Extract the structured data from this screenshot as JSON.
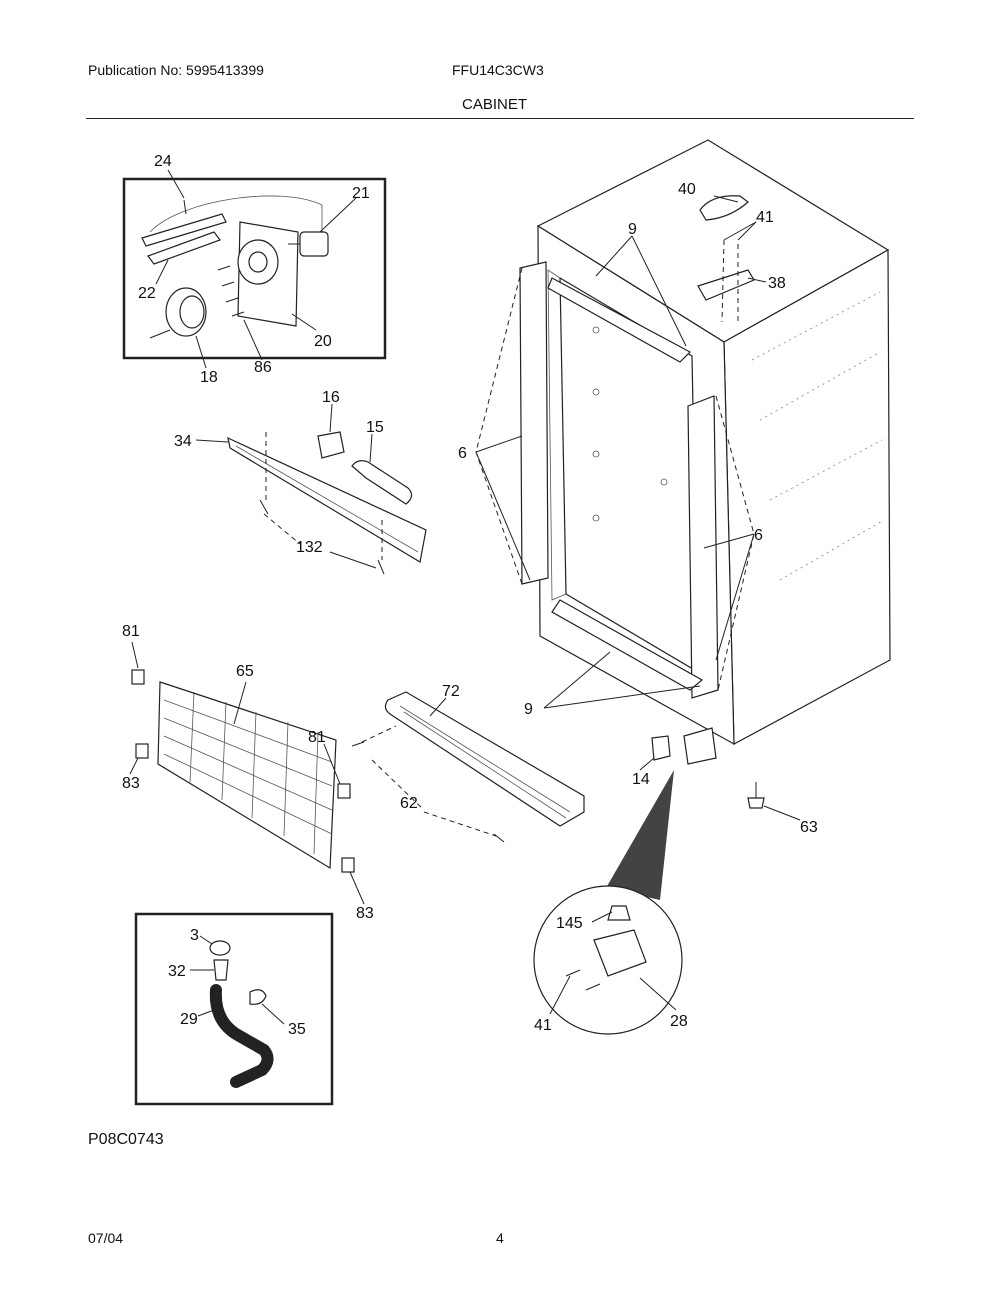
{
  "header": {
    "publication": "Publication No: 5995413399",
    "model": "FFU14C3CW3",
    "section_title": "CABINET"
  },
  "diagram": {
    "callouts": {
      "c24": "24",
      "c21": "21",
      "c22": "22",
      "c20": "20",
      "c18": "18",
      "c86": "86",
      "c16": "16",
      "c15": "15",
      "c34": "34",
      "c132": "132",
      "c81a": "81",
      "c65": "65",
      "c81b": "81",
      "c83a": "83",
      "c83b": "83",
      "c72": "72",
      "c62": "62",
      "c14": "14",
      "c63": "63",
      "c40": "40",
      "c41a": "41",
      "c38": "38",
      "c9a": "9",
      "c9b": "9",
      "c6a": "6",
      "c6b": "6",
      "c145": "145",
      "c41b": "41",
      "c28": "28",
      "c3": "3",
      "c32": "32",
      "c29": "29",
      "c35": "35"
    },
    "figure_id": "P08C0743"
  },
  "footer": {
    "date": "07/04",
    "page": "4"
  }
}
